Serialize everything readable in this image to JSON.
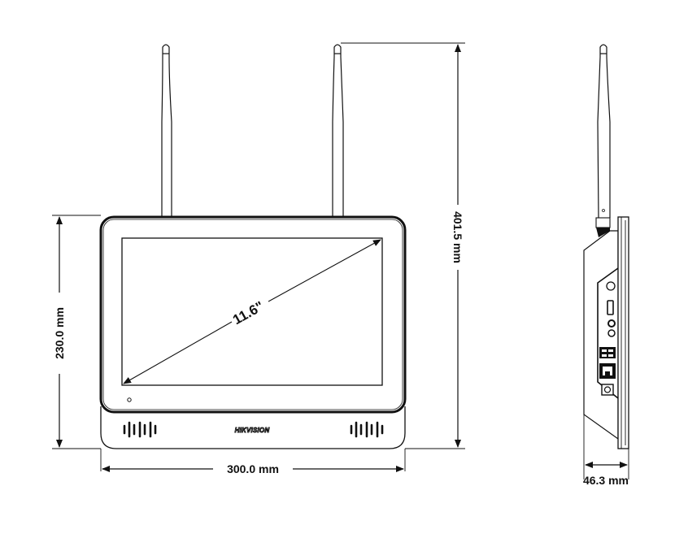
{
  "drawing": {
    "product_brand": "HIKVISION",
    "views": [
      "front",
      "side"
    ],
    "colors": {
      "line": "#111111",
      "background": "#ffffff"
    }
  },
  "dimensions": {
    "screen_diagonal": "11.6\"",
    "front_height": "230.0 mm",
    "front_width": "300.0 mm",
    "total_height_with_antenna": "401.5 mm",
    "side_depth": "46.3 mm"
  },
  "front_view": {
    "logo": "HIKVISION",
    "antenna_count": 2,
    "speaker_grilles": 2
  },
  "side_view": {
    "ports": [
      "round-port",
      "hdmi-port",
      "audio-port-1",
      "audio-port-2",
      "usb-port",
      "rj45-port",
      "power-port"
    ]
  }
}
